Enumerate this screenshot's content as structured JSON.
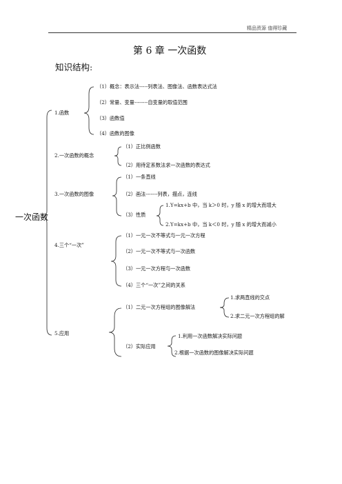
{
  "header": {
    "text": "精品资源 值得珍藏"
  },
  "title": "第 6 章 一次函数",
  "subtitle": "知识结构:",
  "root": "一次函数",
  "sections": [
    {
      "label": "1.函数",
      "items": [
        "（1）概念：表示法-----列表法、图像法、函数表达式法",
        "（2）常量、变量--------自变量的取值范围",
        "（3）函数值",
        "（4）函数的图像"
      ]
    },
    {
      "label": "2.一次函数的概念",
      "items": [
        "（1）正比例函数",
        "（2）用待定系数法求一次函数的表达式"
      ]
    },
    {
      "label": "3.一次函数的图像",
      "items": [
        "（1）一条直线",
        "（2）画法-------列表，描点，连线",
        "（3）性质"
      ],
      "property_items": [
        "1.Y=kx+b 中，当 k＞0 时，y 随 x 的增大而增大",
        "2.Y=kx+b 中，当 k＜0 时，y 随 x 的增大而减小"
      ]
    },
    {
      "label": "4.三个“一次”",
      "items": [
        "（1）一元一次不等式与一元一次方程",
        "（2）一元一次不等式与一次函数",
        "（3）一元一次方程与一次函数",
        "（4）三个“一次”之间的关系"
      ]
    },
    {
      "label": "5.应用",
      "items": [
        "（1）二元一次方程组的图像解法",
        "（2）实际应用"
      ],
      "graph_method_items": [
        "1.求两直线的交点",
        "2.求二元一次方程组的解"
      ],
      "practical_items": [
        "1.利用一次函数解决实际问题",
        "2.根据一次函数的图像解决实际问题"
      ]
    }
  ]
}
